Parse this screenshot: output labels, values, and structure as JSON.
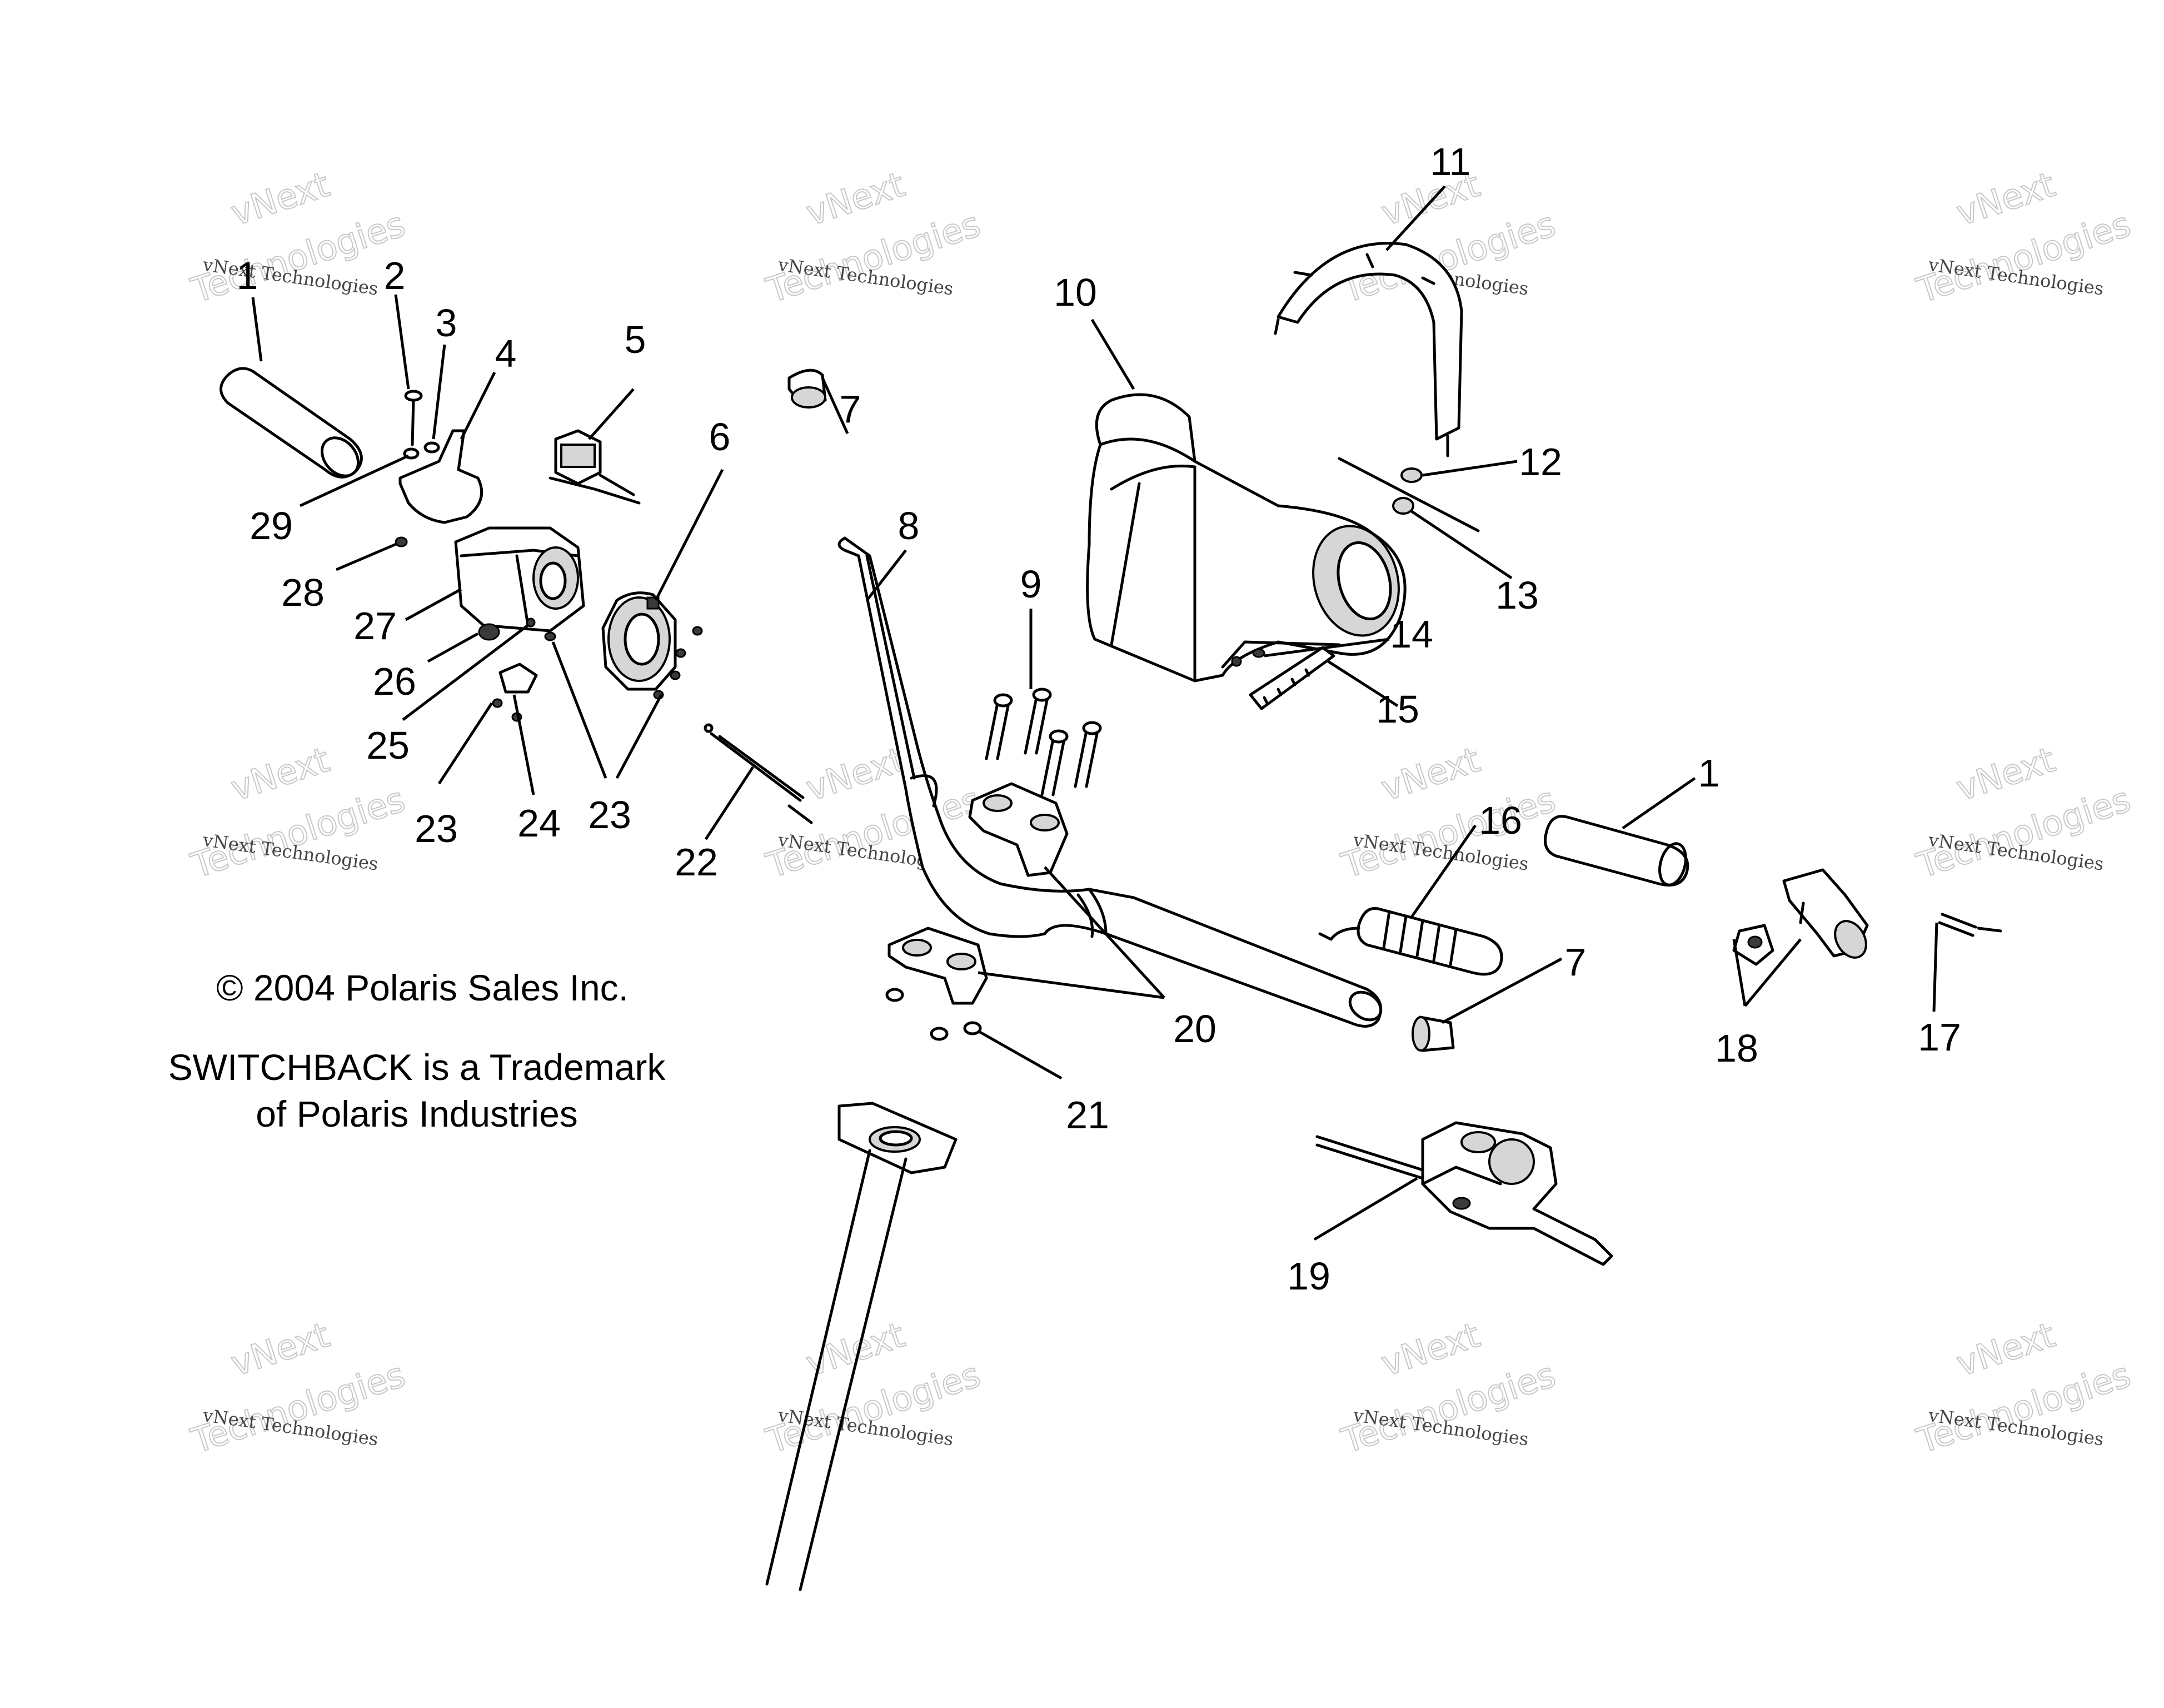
{
  "callouts": {
    "c1a": "1",
    "c2": "2",
    "c3": "3",
    "c4": "4",
    "c5": "5",
    "c6": "6",
    "c7a": "7",
    "c8": "8",
    "c9": "9",
    "c10": "10",
    "c11": "11",
    "c12": "12",
    "c13": "13",
    "c14": "14",
    "c15": "15",
    "c29": "29",
    "c28": "28",
    "c27": "27",
    "c26": "26",
    "c25": "25",
    "c23a": "23",
    "c24": "24",
    "c23b": "23",
    "c22": "22",
    "c1b": "1",
    "c16": "16",
    "c7b": "7",
    "c20": "20",
    "c21": "21",
    "c18": "18",
    "c17": "17",
    "c19": "19"
  },
  "watermark": {
    "line1": "vNext Technologies",
    "line2": "vNext",
    "line3": "Technologies"
  },
  "notes": {
    "copyright": "© 2004 Polaris Sales Inc.",
    "trademark_line1": "SWITCHBACK is a Trademark",
    "trademark_line2": "of Polaris Industries"
  }
}
